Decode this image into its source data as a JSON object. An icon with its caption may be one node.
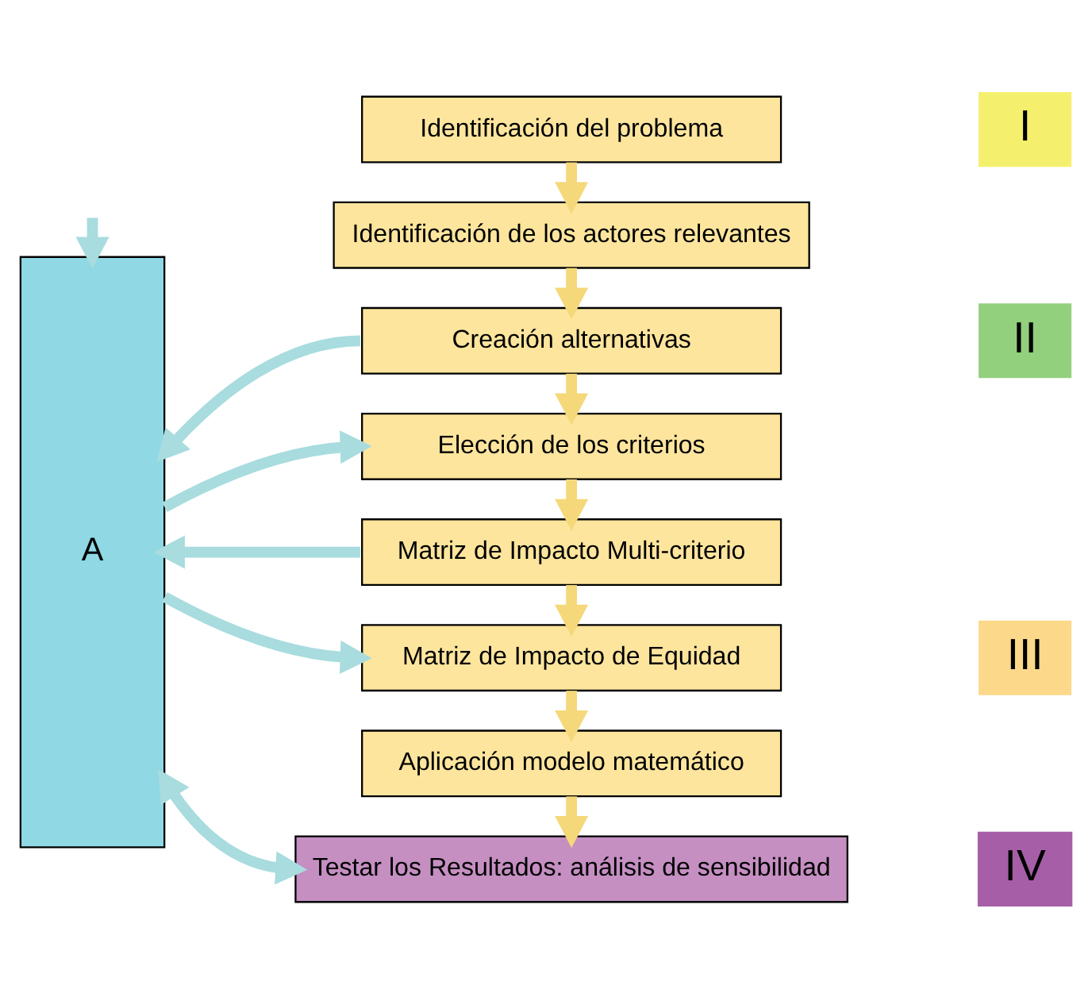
{
  "diagram": {
    "nodes": [
      {
        "text": [
          "A"
        ]
      },
      {
        "text": [
          "Identificación del problema"
        ]
      },
      {
        "text": [
          "Identificación de los actores relevantes"
        ]
      },
      {
        "text": [
          "Creación alternativas"
        ]
      },
      {
        "text": [
          "Elección de los criterios"
        ]
      },
      {
        "text": [
          "Matriz de Impacto Multi-criterio"
        ]
      },
      {
        "text": [
          "Matriz de Impacto de Equidad"
        ]
      },
      {
        "text": [
          "Aplicación modelo matemático"
        ]
      },
      {
        "text": [
          "Testar los Resultados: análisis de sensibilidad"
        ]
      },
      {
        "text": [
          "I"
        ]
      },
      {
        "text": [
          "II"
        ]
      },
      {
        "text": [
          "III"
        ]
      },
      {
        "text": [
          "IV"
        ]
      }
    ],
    "edges": [
      {
        "from": 1,
        "to": 2,
        "arrow": "to"
      },
      {
        "from": 2,
        "to": 3,
        "arrow": "to"
      },
      {
        "from": 3,
        "to": 4,
        "arrow": "to"
      },
      {
        "from": 4,
        "to": 5,
        "arrow": "to"
      },
      {
        "from": 5,
        "to": 6,
        "arrow": "to"
      },
      {
        "from": 6,
        "to": 7,
        "arrow": "to"
      },
      {
        "from": 7,
        "to": 8,
        "arrow": "to"
      },
      {
        "from": null,
        "to": 0,
        "arrow": "to",
        "color": "#a8dcdf"
      },
      {
        "from": 3,
        "to": 0,
        "arrow": "to",
        "color": "#a8dcdf"
      },
      {
        "from": 0,
        "to": 4,
        "arrow": "to",
        "color": "#a8dcdf"
      },
      {
        "from": 5,
        "to": 0,
        "arrow": "to",
        "color": "#a8dcdf"
      },
      {
        "from": 0,
        "to": 6,
        "arrow": "to",
        "color": "#a8dcdf"
      },
      {
        "from": 0,
        "to": 8,
        "arrow": "both",
        "color": "#a8dcdf"
      }
    ]
  }
}
